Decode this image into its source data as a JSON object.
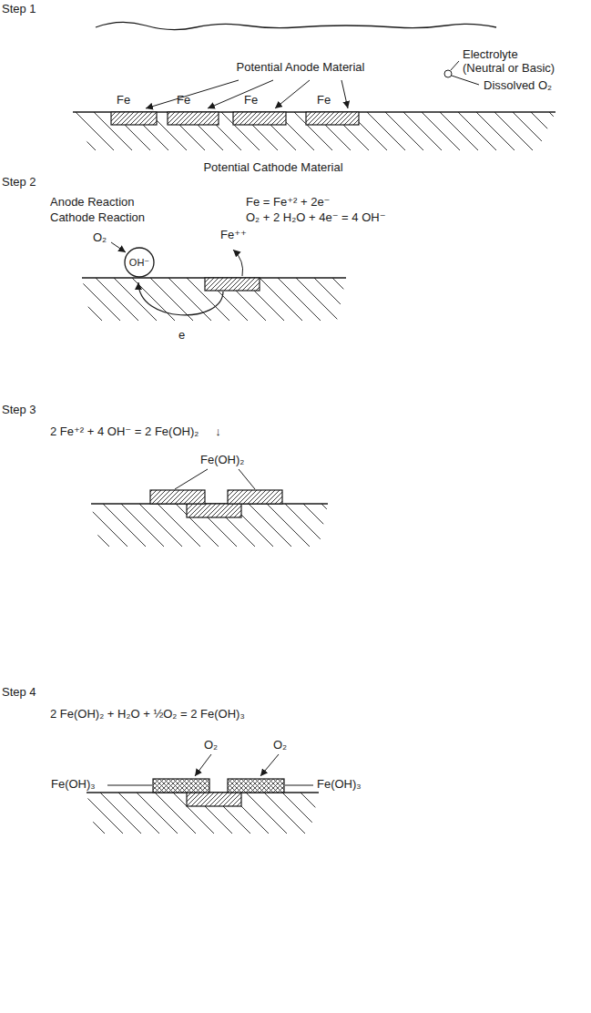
{
  "diagram": {
    "nodes": [
      {
        "text": [
          "OH⁻"
        ]
      }
    ],
    "labels": [
      "Step 1",
      "Potential Anode Material",
      "Electrolyte (Neutral or Basic)",
      "Dissolved O₂",
      "Fe",
      "Fe",
      "Fe",
      "Fe",
      "Potential Cathode Material",
      "Step 2",
      "Anode Reaction",
      "Fe = Fe⁺² + 2e⁻",
      "Cathode Reaction",
      "O₂ + 2 H₂O + 4e⁻ = 4 OH⁻",
      "O₂",
      "Fe⁺⁺",
      "e",
      "Step 3",
      "2 Fe⁺² + 4 OH⁻ = 2 Fe(OH)₂",
      "↓",
      "Fe(OH)₂",
      "Step 4",
      "2 Fe(OH)₂ + H₂O + ½O₂ = 2 Fe(OH)₃",
      "O₂",
      "O₂",
      "Fe(OH)₃",
      "Fe(OH)₃"
    ]
  }
}
